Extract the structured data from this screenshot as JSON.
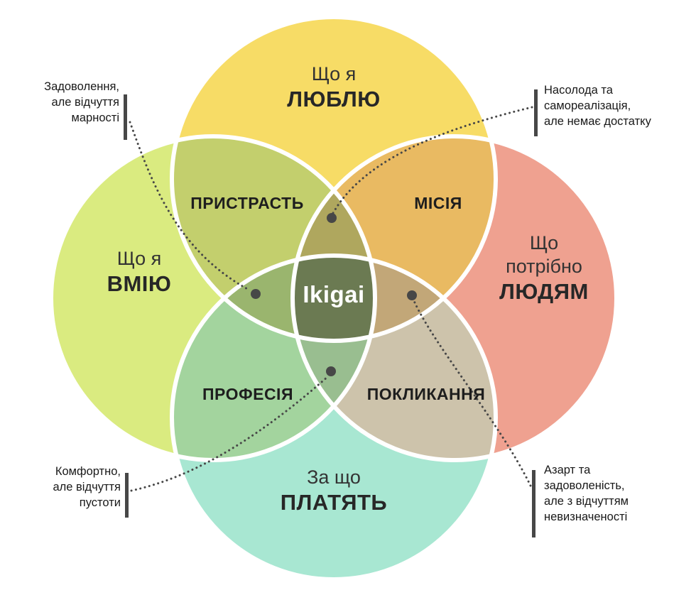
{
  "diagram": {
    "center": {
      "label": "Ikigai",
      "color": "#6B7A52"
    },
    "circles": [
      {
        "name": "love",
        "line1": "Що я",
        "line2": "ЛЮБЛЮ",
        "color": "#F7DC66"
      },
      {
        "name": "skill",
        "line1": "Що я",
        "line2": "ВМІЮ",
        "color": "#DAEB80"
      },
      {
        "name": "need",
        "line1": "Що",
        "line2": "потрібно",
        "line3": "ЛЮДЯМ",
        "color": "#EFA190"
      },
      {
        "name": "paid",
        "line1": "За що",
        "line2": "ПЛАТЯТЬ",
        "color": "#A8E7D2"
      }
    ],
    "intersections": [
      {
        "name": "passion",
        "label": "ПРИСТРАСТЬ",
        "color": "#C3CF6D"
      },
      {
        "name": "mission",
        "label": "МІСІЯ",
        "color": "#E9BA62"
      },
      {
        "name": "profession",
        "label": "ПРОФЕСІЯ",
        "color": "#A3D49E"
      },
      {
        "name": "vocation",
        "label": "ПОКЛИКАННЯ",
        "color": "#CDC3AB"
      }
    ],
    "triple_blends": {
      "top": "#AFA75E",
      "left": "#9AB56E",
      "right": "#C2A778",
      "bottom": "#99BE90"
    },
    "annotations": [
      {
        "position": "top-left",
        "text": "Задоволення,\nале відчуття\nмарності"
      },
      {
        "position": "top-right",
        "text": "Насолода та\nсамореалізація,\nале немає достатку"
      },
      {
        "position": "bottom-left",
        "text": "Комфортно,\nале відчуття\nпустоти"
      },
      {
        "position": "bottom-right",
        "text": "Азарт та\nзадоволеність,\nале з відчуттям\nневизначеності"
      }
    ],
    "line_color": "#474747",
    "outline_color": "#FFFFFF"
  }
}
